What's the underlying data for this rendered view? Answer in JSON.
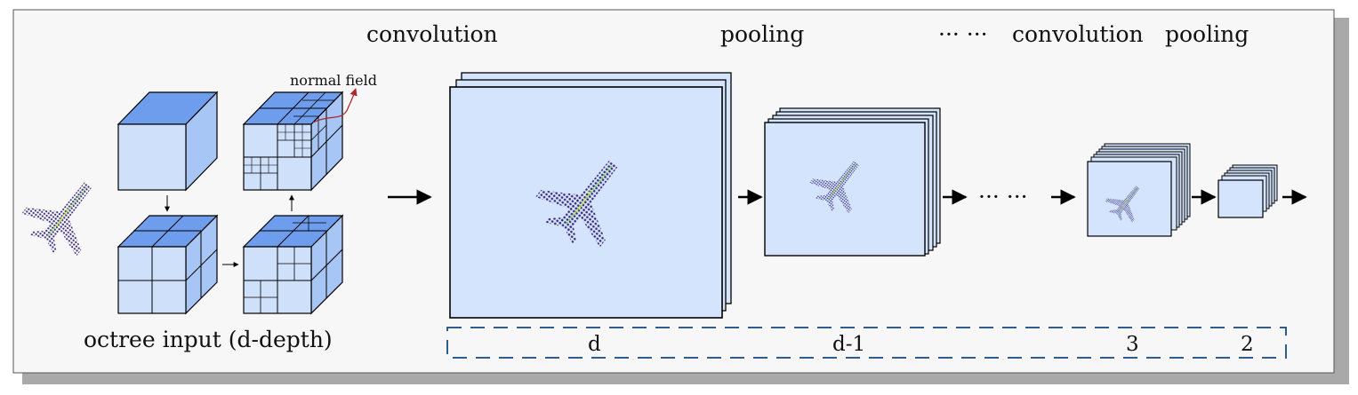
{
  "labels": {
    "convolution_1": "convolution",
    "pooling_1": "pooling",
    "dots_top": "··· ···",
    "convolution_2": "convolution",
    "pooling_2": "pooling",
    "normal_field": "normal field",
    "octree_input": "octree input (d-depth)",
    "dots_mid": "··· ···",
    "depth_d": "d",
    "depth_d_minus_1": "d-1",
    "depth_3": "3",
    "depth_2": "2"
  },
  "colors": {
    "background": "#f7f7f7",
    "cube_front": "#cfe0fb",
    "cube_top": "#6f9ded",
    "cube_side": "#a8c6f5",
    "feature_map": "#d4e4fc",
    "dashed_box": "#2f5c8c",
    "normal_arrow": "#b0242a",
    "shadow": "#a9a9a9"
  },
  "icons": {
    "airplane": "airplane-point-cloud-icon"
  }
}
